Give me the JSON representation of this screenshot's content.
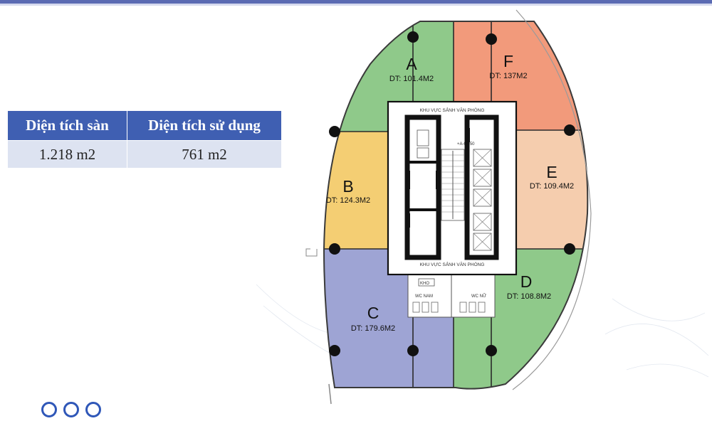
{
  "table": {
    "headers": [
      "Diện tích sàn",
      "Diện tích sử dụng"
    ],
    "row": [
      "1.218 m2",
      "761 m2"
    ]
  },
  "plan": {
    "zones": [
      {
        "letter": "A",
        "area": "DT: 101.4M2",
        "color": "#8fc98a"
      },
      {
        "letter": "F",
        "area": "DT: 137M2",
        "color": "#f29a7b"
      },
      {
        "letter": "B",
        "area": "DT: 124.3M2",
        "color": "#f4ce73"
      },
      {
        "letter": "E",
        "area": "DT: 109.4M2",
        "color": "#f5cdae"
      },
      {
        "letter": "C",
        "area": "DT: 179.6M2",
        "color": "#9ea4d4"
      },
      {
        "letter": "D",
        "area": "DT: 108.8M2",
        "color": "#8fc98a"
      }
    ],
    "core": {
      "lobby_top": "KHU VỰC SẢNH VĂN PHÒNG",
      "lobby_bottom": "KHU VỰC SẢNH VĂN PHÒNG",
      "level_mark": "+A-0.050",
      "storage": "KHO",
      "wc_men": "WC NAM",
      "wc_women": "WC NỮ"
    }
  }
}
